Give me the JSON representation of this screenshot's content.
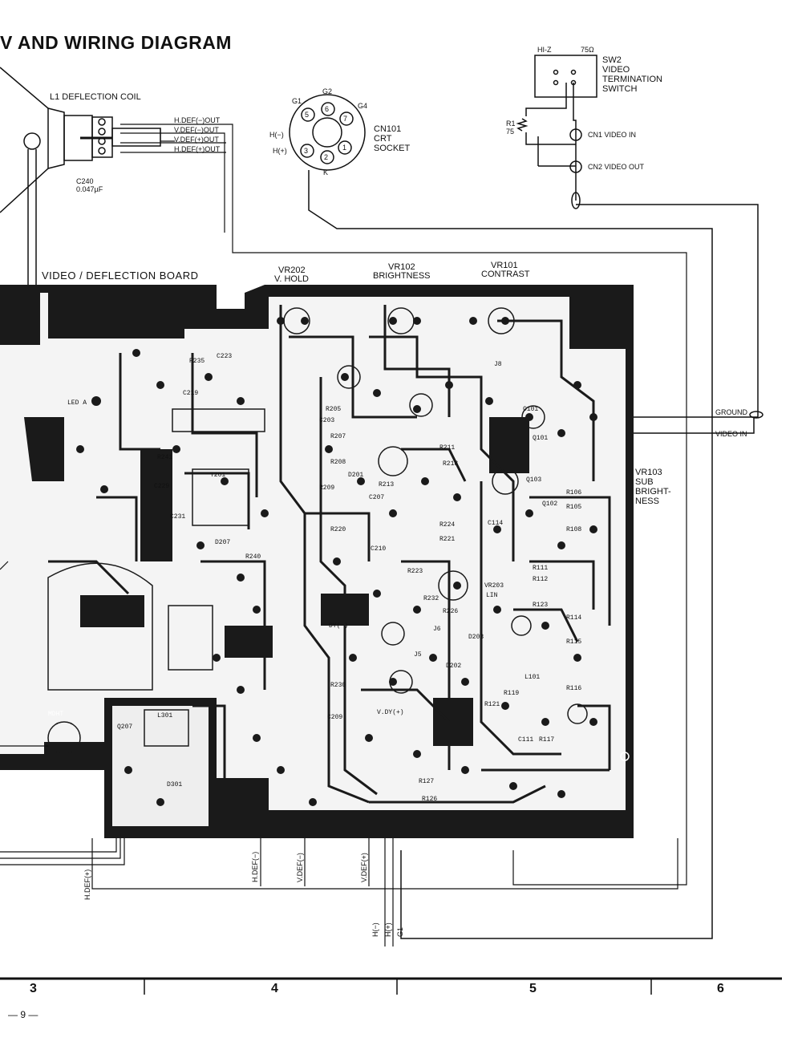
{
  "title": "V AND WIRING DIAGRAM",
  "board": {
    "label": "VIDEO / DEFLECTION BOARD"
  },
  "deflection": {
    "coil_label": "L1 DEFLECTION COIL",
    "cap_label": "C240",
    "cap_value": "0.047µF",
    "wires": [
      "H.DEF(−)OUT",
      "V.DEF(−)OUT",
      "V.DEF(+)OUT",
      "H.DEF(+)OUT"
    ]
  },
  "crt_socket": {
    "labels": [
      "CN101",
      "CRT",
      "SOCKET"
    ],
    "pin_labels": {
      "g1": "G1",
      "g2": "G2",
      "g4": "G4",
      "h_minus": "H(−)",
      "h_plus": "H(+)",
      "k": "K"
    },
    "pins": [
      "1",
      "2",
      "3",
      "5",
      "6",
      "7"
    ]
  },
  "switch": {
    "hiz": "HI-Z",
    "ohm": "75Ω",
    "sw_labels": [
      "SW2",
      "VIDEO",
      "TERMINATION",
      "SWITCH"
    ],
    "r1": "R1",
    "r1_value": "75",
    "cn1": "CN1 VIDEO IN",
    "cn2": "CN2 VIDEO OUT"
  },
  "controls": {
    "vr202": "VR202",
    "vr202_name": "V. HOLD",
    "vr102": "VR102",
    "vr102_name": "BRIGHTNESS",
    "vr101": "VR101",
    "vr101_name": "CONTRAST",
    "vr103_lines": [
      "VR103",
      "SUB",
      "BRIGHT-",
      "NESS"
    ]
  },
  "right_wires": {
    "ground": "GROUND",
    "video_in": "VIDEO IN"
  },
  "bottom_wires": [
    "H.DEF(+)",
    "H.DEF(−)",
    "V.DEF(−)",
    "V.DEF(+)",
    "H(−)",
    "H(+)",
    "G1"
  ],
  "pcb_refs": [
    "R235",
    "C223",
    "C219",
    "T201",
    "R241",
    "C229",
    "C231",
    "D207",
    "R240",
    "R220",
    "C210",
    "R213",
    "C207",
    "R209",
    "R208",
    "R207",
    "C203",
    "R205",
    "R211",
    "R218",
    "R224",
    "R221",
    "R223",
    "R226",
    "R232",
    "D203",
    "D202",
    "R230",
    "C209",
    "D201",
    "R126",
    "R127",
    "R123",
    "R114",
    "R115",
    "R116",
    "R117",
    "R112",
    "R111",
    "R108",
    "R105",
    "R106",
    "Q101",
    "Q102",
    "Q103",
    "C101",
    "C111",
    "C114",
    "R119",
    "R121",
    "L101",
    "J5",
    "J6",
    "J8",
    "LED A",
    "V.DY(+)",
    "DY(−)",
    "MDHT",
    "Q207",
    "L301",
    "D301",
    "VR203",
    "LIN"
  ],
  "columns": [
    "3",
    "4",
    "5",
    "6"
  ],
  "page_number": "— 9 —"
}
